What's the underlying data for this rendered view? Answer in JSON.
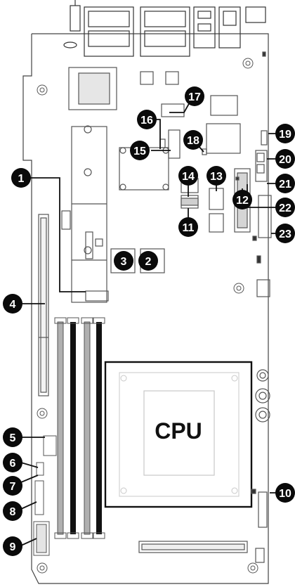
{
  "diagram": {
    "cpu_label": "CPU",
    "callouts": [
      "1",
      "2",
      "3",
      "4",
      "5",
      "6",
      "7",
      "8",
      "9",
      "10",
      "11",
      "12",
      "13",
      "14",
      "15",
      "16",
      "17",
      "18",
      "19",
      "20",
      "21",
      "22",
      "23"
    ]
  },
  "colors": {
    "board_outline": "#444444",
    "callout_fill": "#0a0a0a",
    "dimm_grey": "#b0b0b0",
    "dimm_black": "#111111"
  }
}
